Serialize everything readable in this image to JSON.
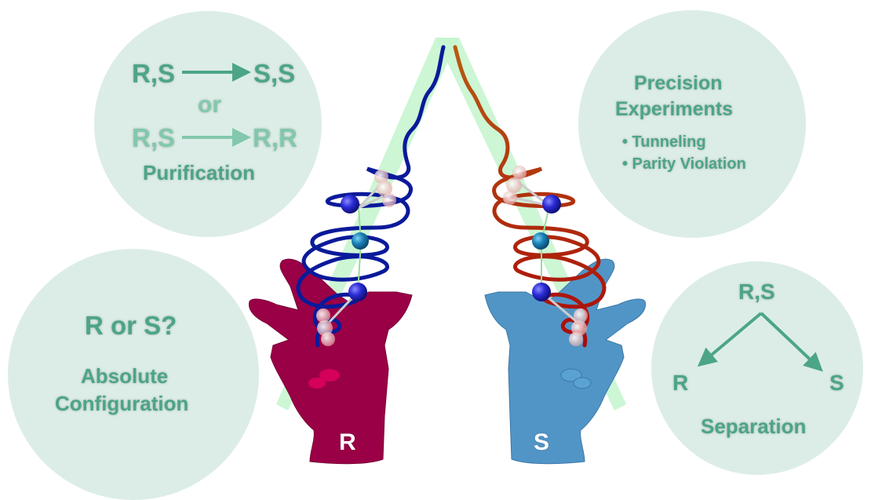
{
  "colors": {
    "bubble_fill": "#dcede7",
    "text_green": "#4ca586",
    "text_green_light": "#82c8ac",
    "hand_r": "#9a0046",
    "hand_s": "#5195c7",
    "helix_r": "#0a1a9a",
    "helix_s": "#aa0a0a",
    "tube": "#c6f5cf"
  },
  "purification": {
    "line1_left": "R,S",
    "line1_right": "S,S",
    "or": "or",
    "line2_left": "R,S",
    "line2_right": "R,R",
    "title": "Purification"
  },
  "precision": {
    "title_line1": "Precision",
    "title_line2": "Experiments",
    "bullets": [
      "• Tunneling",
      "• Parity Violation"
    ]
  },
  "absolute": {
    "question": "R or S?",
    "title_line1": "Absolute",
    "title_line2": "Configuration"
  },
  "separation": {
    "top": "R,S",
    "left": "R",
    "right": "S",
    "title": "Separation"
  },
  "hands": {
    "left_label": "R",
    "right_label": "S"
  }
}
